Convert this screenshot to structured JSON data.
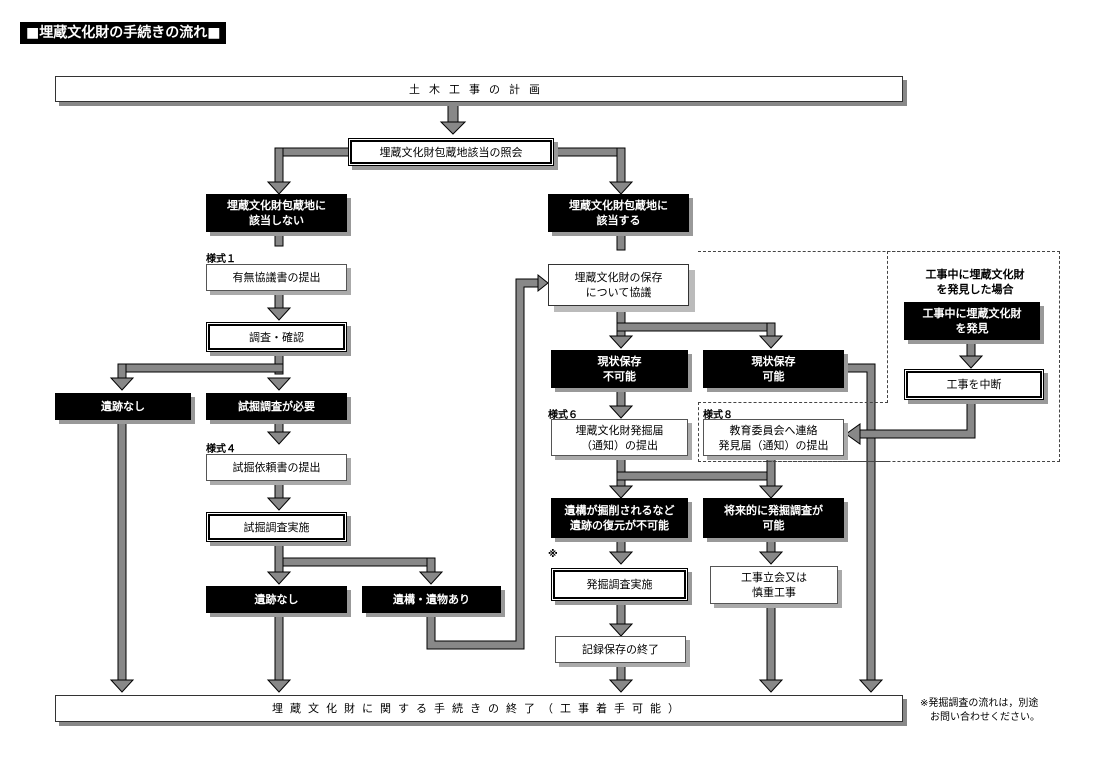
{
  "title": "■埋蔵文化財の手続きの流れ■",
  "boxes": {
    "plan": "土木工事の計画",
    "inquiry": "埋蔵文化財包蔵地該当の照会",
    "not_applicable": [
      "埋蔵文化財包蔵地に",
      "該当しない"
    ],
    "applicable": [
      "埋蔵文化財包蔵地に",
      "該当する"
    ],
    "consult_submit": "有無協議書の提出",
    "survey_confirm": "調査・確認",
    "no_ruins_left": "遺跡なし",
    "trial_needed": "試掘調査が必要",
    "trial_request": "試掘依頼書の提出",
    "trial_exec": "試掘調査実施",
    "no_ruins_mid": "遺跡なし",
    "remains_found": "遺構・遺物あり",
    "preserve_consult": [
      "埋蔵文化財の保存",
      "について協議"
    ],
    "preserve_impossible": [
      "現状保存",
      "不可能"
    ],
    "preserve_possible": [
      "現状保存",
      "可能"
    ],
    "excavation_notice": [
      "埋蔵文化財発掘届",
      "（通知）の提出"
    ],
    "board_contact": [
      "教育委員会へ連絡",
      "発見届（通知）の提出"
    ],
    "excavation_cases": [
      "遺構が掘削されるなど",
      "遺跡の復元が不可能"
    ],
    "future_survey": [
      "将来的に発掘調査が",
      "可能"
    ],
    "excavation_exec": "発掘調査実施",
    "witness_work": [
      "工事立会又は",
      "慎重工事"
    ],
    "record_end": "記録保存の終了",
    "discovery_title": [
      "工事中に埋蔵文化財",
      "を発見した場合"
    ],
    "discovered": [
      "工事中に埋蔵文化財",
      "を発見"
    ],
    "suspend": "工事を中断",
    "final": "埋蔵文化財に関する手続きの終了（工事着手可能）"
  },
  "labels": {
    "form1": "様式１",
    "form4": "様式４",
    "form6": "様式６",
    "form8": "様式８",
    "asterisk": "※"
  },
  "note": [
    "※発掘調査の流れは，別途",
    "お問い合わせください。"
  ]
}
